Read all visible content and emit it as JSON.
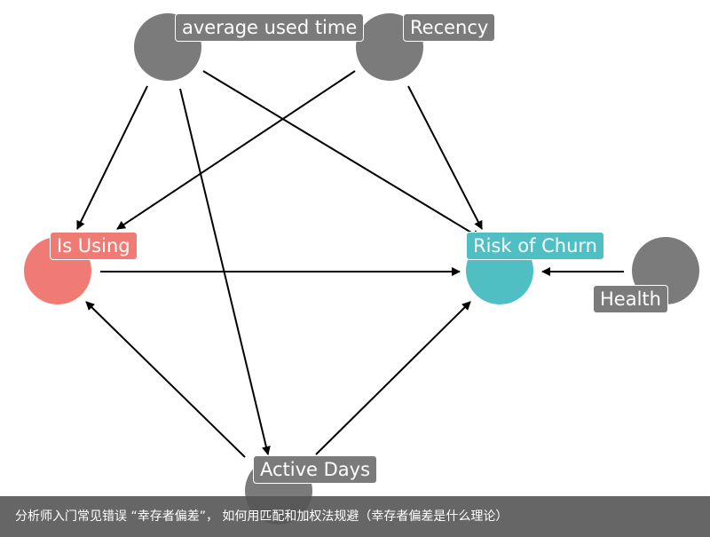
{
  "diagram": {
    "nodes": [
      {
        "id": "avg",
        "label": "average used time",
        "color": "#7b7b7b"
      },
      {
        "id": "rec",
        "label": "Recency",
        "color": "#7b7b7b"
      },
      {
        "id": "using",
        "label": "Is Using",
        "color": "#ef7b74"
      },
      {
        "id": "churn",
        "label": "Risk of Churn",
        "color": "#4fbfc4"
      },
      {
        "id": "health",
        "label": "Health",
        "color": "#7b7b7b"
      },
      {
        "id": "days",
        "label": "Active Days",
        "color": "#7b7b7b"
      }
    ],
    "edges": [
      {
        "from": "avg",
        "to": "using"
      },
      {
        "from": "avg",
        "to": "churn"
      },
      {
        "from": "avg",
        "to": "days"
      },
      {
        "from": "rec",
        "to": "using"
      },
      {
        "from": "rec",
        "to": "churn"
      },
      {
        "from": "using",
        "to": "churn"
      },
      {
        "from": "health",
        "to": "churn"
      },
      {
        "from": "days",
        "to": "using"
      },
      {
        "from": "days",
        "to": "churn"
      }
    ]
  },
  "caption": {
    "text": "分析师入门常见错误 “幸存者偏差”， 如何用匹配和加权法规避（幸存者偏差是什么理论）"
  }
}
